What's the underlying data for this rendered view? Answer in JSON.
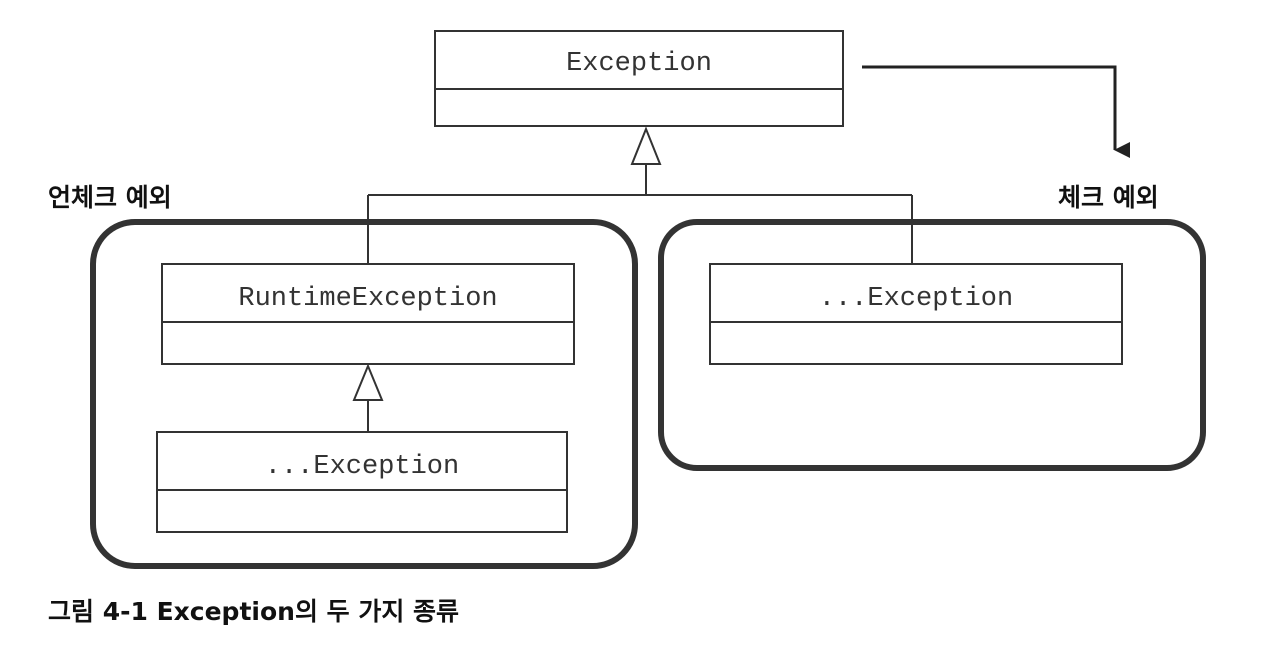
{
  "classes": {
    "exception": "Exception",
    "runtime_exception": "RuntimeException",
    "unchecked_sub_exception": "...Exception",
    "checked_sub_exception": "...Exception"
  },
  "groups": {
    "unchecked_label": "언체크 예외",
    "checked_label": "체크 예외"
  },
  "caption": "그림 4-1 Exception의 두 가지 종류"
}
